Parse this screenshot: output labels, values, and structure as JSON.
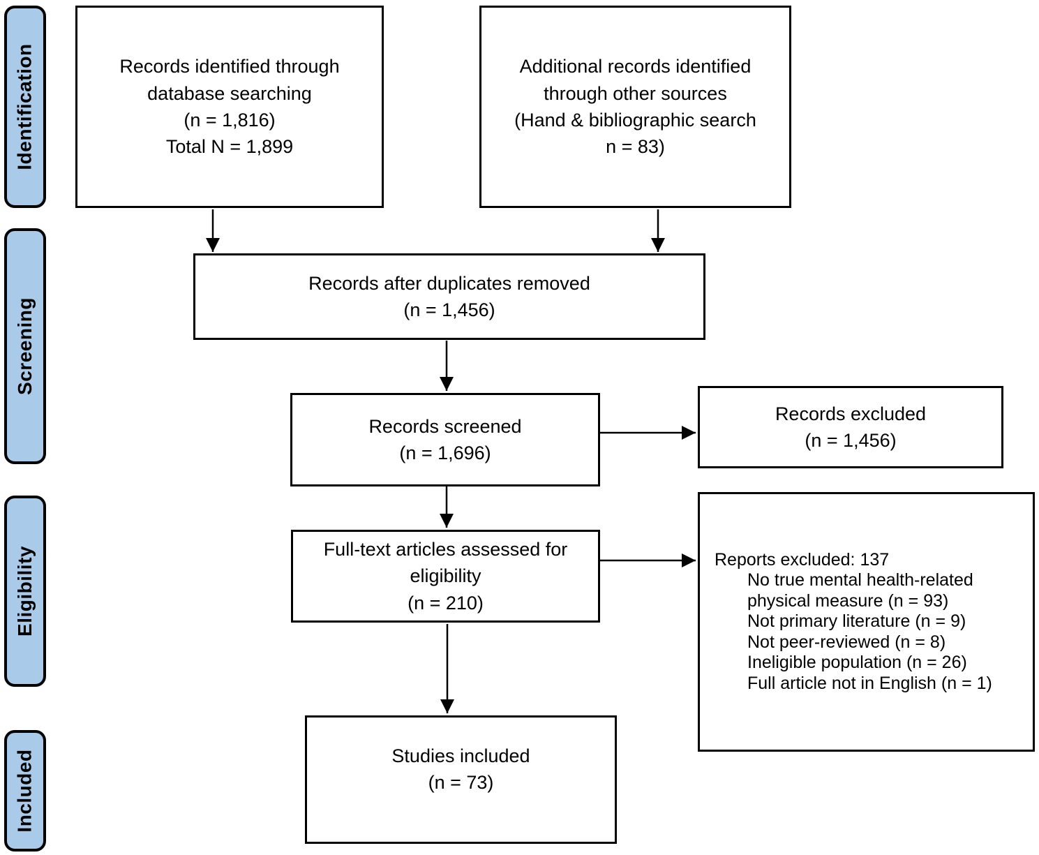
{
  "colors": {
    "stage_fill": "#a9cae9",
    "stage_border": "#000000",
    "box_fill": "#ffffff",
    "box_border": "#000000",
    "text": "#000000",
    "background": "#ffffff"
  },
  "sidebar": {
    "stages": [
      {
        "label": "Identification"
      },
      {
        "label": "Screening"
      },
      {
        "label": "Eligibility"
      },
      {
        "label": "Included"
      }
    ]
  },
  "boxes": {
    "records_identified": {
      "lines": [
        "Records identified through",
        "database searching",
        "(n = 1,816)",
        "Total N = 1,899"
      ]
    },
    "additional_records": {
      "lines": [
        "Additional records identified",
        "through other sources",
        "(Hand & bibliographic search",
        "n = 83)"
      ]
    },
    "duplicates_removed": {
      "lines": [
        "Records after duplicates removed",
        "(n = 1,456)"
      ]
    },
    "records_screened": {
      "lines": [
        "Records screened",
        "(n = 1,696)"
      ]
    },
    "records_excluded": {
      "lines": [
        "Records excluded",
        "(n = 1,456)"
      ]
    },
    "fulltext_assessed": {
      "lines": [
        "Full-text articles assessed for",
        "eligibility",
        "(n = 210)"
      ]
    },
    "reports_excluded": {
      "title": "Reports excluded: 137",
      "items": [
        "No true mental health-related physical measure (n = 93)",
        "Not primary literature (n = 9)",
        "Not peer-reviewed (n = 8)",
        "Ineligible population (n = 26)",
        "Full article not in English (n = 1)"
      ]
    },
    "studies_included": {
      "lines": [
        "Studies included",
        "(n = 73)"
      ]
    }
  }
}
